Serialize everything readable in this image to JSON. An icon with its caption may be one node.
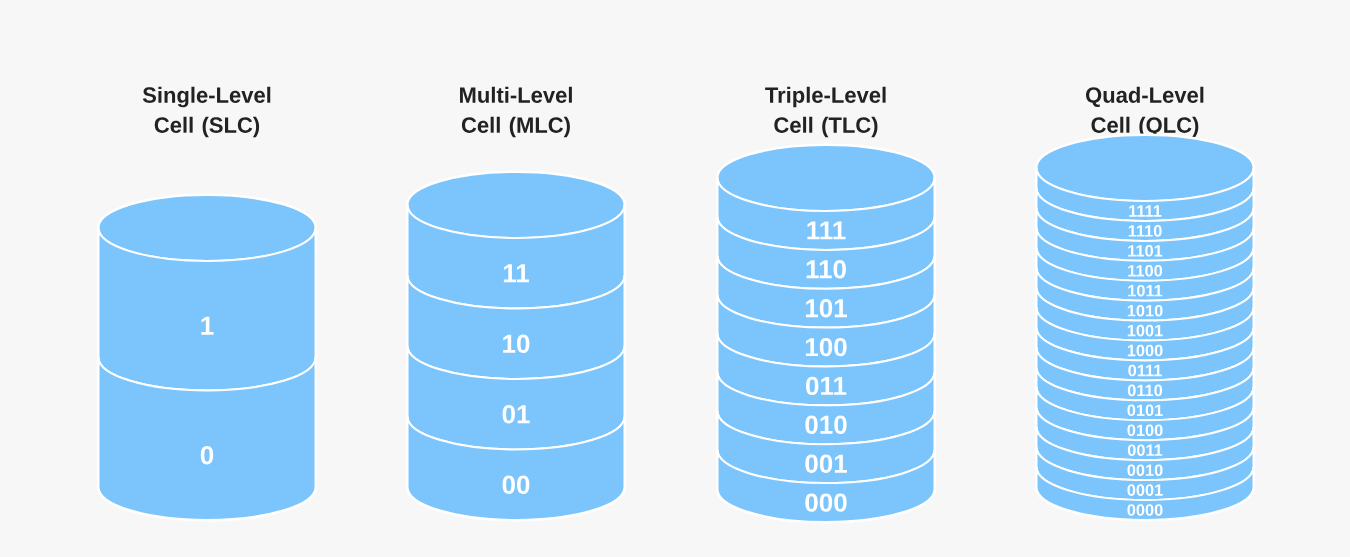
{
  "diagram": {
    "nodes": [
      {
        "text": [
          "Single-Level Cell (SLC)"
        ]
      },
      {
        "text": [
          "1"
        ],
        "in": 0
      },
      {
        "text": [
          "0"
        ],
        "in": 0
      },
      {
        "text": [
          "Multi-Level Cell (MLC)"
        ]
      },
      {
        "text": [
          "11"
        ],
        "in": 3
      },
      {
        "text": [
          "10"
        ],
        "in": 3
      },
      {
        "text": [
          "01"
        ],
        "in": 3
      },
      {
        "text": [
          "00"
        ],
        "in": 3
      },
      {
        "text": [
          "Triple-Level Cell (TLC)"
        ]
      },
      {
        "text": [
          "111"
        ],
        "in": 8
      },
      {
        "text": [
          "110"
        ],
        "in": 8
      },
      {
        "text": [
          "101"
        ],
        "in": 8
      },
      {
        "text": [
          "100"
        ],
        "in": 8
      },
      {
        "text": [
          "011"
        ],
        "in": 8
      },
      {
        "text": [
          "010"
        ],
        "in": 8
      },
      {
        "text": [
          "001"
        ],
        "in": 8
      },
      {
        "text": [
          "000"
        ],
        "in": 8
      },
      {
        "text": [
          "Quad-Level Cell (QLC)"
        ]
      },
      {
        "text": [
          "1111"
        ],
        "in": 17
      },
      {
        "text": [
          "1110"
        ],
        "in": 17
      },
      {
        "text": [
          "1101"
        ],
        "in": 17
      },
      {
        "text": [
          "1100"
        ],
        "in": 17
      },
      {
        "text": [
          "1011"
        ],
        "in": 17
      },
      {
        "text": [
          "1010"
        ],
        "in": 17
      },
      {
        "text": [
          "1001"
        ],
        "in": 17
      },
      {
        "text": [
          "1000"
        ],
        "in": 17
      },
      {
        "text": [
          "0111"
        ],
        "in": 17
      },
      {
        "text": [
          "0110"
        ],
        "in": 17
      },
      {
        "text": [
          "0101"
        ],
        "in": 17
      },
      {
        "text": [
          "0100"
        ],
        "in": 17
      },
      {
        "text": [
          "0011"
        ],
        "in": 17
      },
      {
        "text": [
          "0010"
        ],
        "in": 17
      },
      {
        "text": [
          "0001"
        ],
        "in": 17
      },
      {
        "text": [
          "0000"
        ],
        "in": 17
      }
    ]
  }
}
